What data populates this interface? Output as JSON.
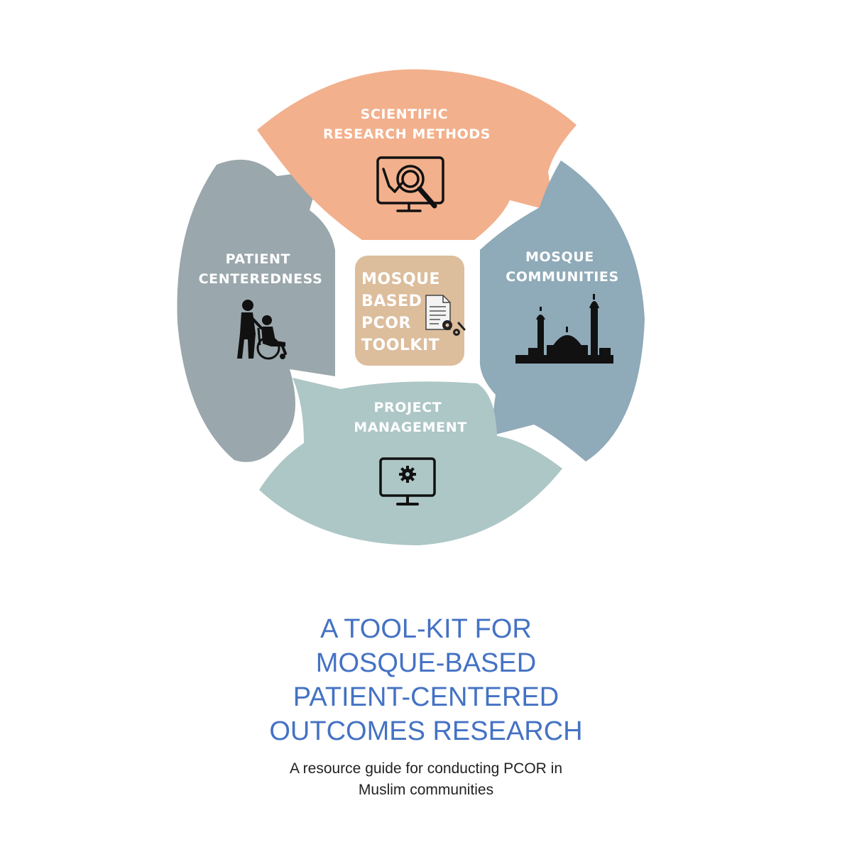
{
  "colors": {
    "scientific": "#f2b08c",
    "mosque": "#8faab8",
    "project": "#adc6c6",
    "patient": "#9aa7ac",
    "center": "#dcbd9c",
    "title": "#4472c4"
  },
  "segments": {
    "scientific": {
      "lines": [
        "SCIENTIFIC",
        "RESEARCH METHODS"
      ],
      "icon": "monitor-magnifier-icon"
    },
    "mosque": {
      "lines": [
        "MOSQUE",
        "COMMUNITIES"
      ],
      "icon": "mosque-silhouette-icon"
    },
    "project": {
      "lines": [
        "PROJECT",
        "MANAGEMENT"
      ],
      "icon": "monitor-gear-icon"
    },
    "patient": {
      "lines": [
        "PATIENT",
        "CENTEREDNESS"
      ],
      "icon": "wheelchair-caregiver-icon"
    }
  },
  "center": {
    "lines": [
      "MOSQUE",
      "BASED",
      "PCOR",
      "TOOLKIT"
    ],
    "icon": "document-gears-icon"
  },
  "title": {
    "lines": [
      "A TOOL-KIT FOR",
      "MOSQUE-BASED",
      "PATIENT-CENTERED",
      "OUTCOMES RESEARCH"
    ]
  },
  "subtitle": {
    "lines": [
      "A resource guide for conducting PCOR in",
      "Muslim communities"
    ]
  }
}
